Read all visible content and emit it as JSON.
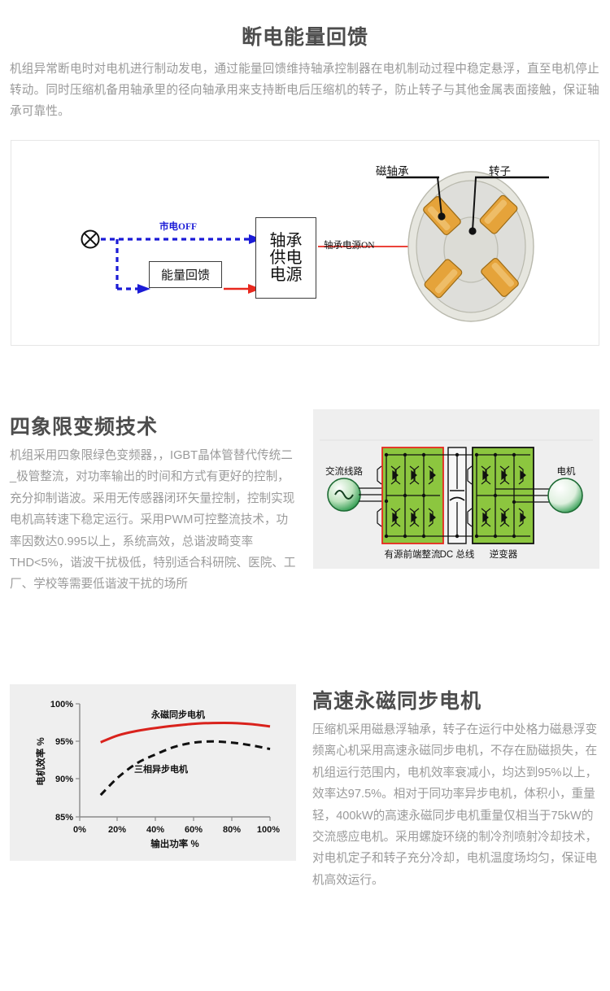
{
  "sections": [
    {
      "id": "power-loss-energy-feedback",
      "title": "断电能量回馈",
      "body": "机组异常断电时对电机进行制动发电，通过能量回馈维持轴承控制器在电机制动过程中稳定悬浮，直至电机停止转动。同时压缩机备用轴承里的径向轴承用来支持断电后压缩机的转子，防止转子与其他金属表面接触，保证轴承可靠性。",
      "diagram": {
        "nodes": {
          "energy_feedback": "能量回馈",
          "bearing_power_supply_line1": "轴承",
          "bearing_power_supply_line2": "供电",
          "bearing_power_supply_line3": "电源"
        },
        "labels": {
          "mains_off": "市电OFF",
          "bearing_power_on": "轴承电源ON",
          "magnetic_bearing": "磁轴承",
          "rotor": "转子"
        },
        "colors": {
          "dashed_signal": "#1b1bd6",
          "solid_power": "#e8281e",
          "box_stroke": "#3d3d3d",
          "coil": "#e8a33d",
          "housing": "#cfcfc4"
        }
      }
    },
    {
      "id": "four-quadrant-vfd",
      "title": "四象限变频技术",
      "body": "机组采用四象限绿色变频器，，IGBT晶体管替代传统二_极管整流，对功率输出的时间和方式有更好的控制，充分抑制谐波。采用无传感器闭环矢量控制，控制实现电机高转速下稳定运行。采用PWM可控整流技术，功率因数达0.995以上，系统高效，总谐波畸变率THD<5%，谐波干扰极低，特别适合科研院、医院、工厂、学校等需要低谐波干扰的场所",
      "diagram": {
        "labels": {
          "ac_line": "交流线路",
          "motor": "电机",
          "active_front_end": "有源前端整流",
          "dc_bus": "DC 总线",
          "inverter": "逆变器"
        },
        "colors": {
          "stage_fill": "#8cc63f",
          "rectifier_border": "#e8281e",
          "inverter_border": "#111111",
          "panel_bg": "#efefef",
          "source_green": "#2e9b4f"
        }
      }
    },
    {
      "id": "high-speed-pmsm",
      "title": "高速永磁同步电机",
      "body": "压缩机采用磁悬浮轴承，转子在运行中处格力磁悬浮变频离心机采用高速永磁同步电机，不存在励磁损失，在机组运行范围内，电机效率衰减小，均达到95%以上，效率达97.5%。相对于同功率异步电机，体积小，重量轻，400kW的高速永磁同步电机重量仅相当于75kW的交流感应电机。采用螺旋环绕的制冷剂喷射冷却技术，对电机定子和转子充分冷却，电机温度场均匀，保证电机高效运行。"
    }
  ],
  "chart_data": {
    "type": "line",
    "title": "",
    "xlabel": "输出功率 %",
    "ylabel": "电机效率 %",
    "xlim": [
      0,
      100
    ],
    "ylim": [
      85,
      100
    ],
    "xticks": [
      "0%",
      "20%",
      "40%",
      "60%",
      "80%",
      "100%"
    ],
    "xtick_values": [
      0,
      20,
      40,
      60,
      80,
      100
    ],
    "yticks": [
      "85%",
      "90%",
      "95%",
      "100%"
    ],
    "ytick_values": [
      85,
      90,
      95,
      100
    ],
    "grid": false,
    "legend": "inline-annotations",
    "series": [
      {
        "name": "永磁同步电机",
        "style": "solid",
        "color": "#d9221c",
        "x": [
          11,
          20,
          30,
          40,
          50,
          60,
          70,
          80,
          90,
          100
        ],
        "y": [
          94.9,
          95.8,
          96.4,
          96.8,
          97.1,
          97.35,
          97.45,
          97.45,
          97.3,
          97.0
        ]
      },
      {
        "name": "三相异步电机",
        "style": "dashed",
        "color": "#111111",
        "x": [
          11,
          20,
          30,
          40,
          50,
          60,
          70,
          80,
          90,
          100
        ],
        "y": [
          87.9,
          90.2,
          92.1,
          93.3,
          94.3,
          94.85,
          95.0,
          94.85,
          94.5,
          94.0
        ]
      }
    ]
  }
}
